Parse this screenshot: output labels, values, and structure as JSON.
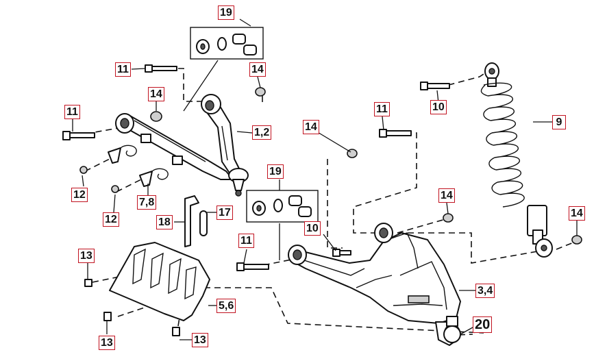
{
  "diagram": {
    "callouts": [
      {
        "id": "c-19-top",
        "label": "19"
      },
      {
        "id": "c-11-a",
        "label": "11"
      },
      {
        "id": "c-14-a",
        "label": "14"
      },
      {
        "id": "c-14-b",
        "label": "14"
      },
      {
        "id": "c-11-b",
        "label": "11"
      },
      {
        "id": "c-1-2",
        "label": "1,2"
      },
      {
        "id": "c-12-a",
        "label": "12"
      },
      {
        "id": "c-7-8",
        "label": "7,8"
      },
      {
        "id": "c-12-b",
        "label": "12"
      },
      {
        "id": "c-18",
        "label": "18"
      },
      {
        "id": "c-17",
        "label": "17"
      },
      {
        "id": "c-19-mid",
        "label": "19"
      },
      {
        "id": "c-10-a",
        "label": "10"
      },
      {
        "id": "c-11-c",
        "label": "11"
      },
      {
        "id": "c-13-a",
        "label": "13"
      },
      {
        "id": "c-5-6",
        "label": "5,6"
      },
      {
        "id": "c-13-b",
        "label": "13"
      },
      {
        "id": "c-13-c",
        "label": "13"
      },
      {
        "id": "c-14-c",
        "label": "14"
      },
      {
        "id": "c-11-d",
        "label": "11"
      },
      {
        "id": "c-10-b",
        "label": "10"
      },
      {
        "id": "c-9",
        "label": "9"
      },
      {
        "id": "c-14-d",
        "label": "14"
      },
      {
        "id": "c-14-e",
        "label": "14"
      },
      {
        "id": "c-3-4",
        "label": "3,4"
      },
      {
        "id": "c-20",
        "label": "20"
      }
    ],
    "colors": {
      "callout_border": "#c1121f",
      "line": "#111111"
    }
  }
}
